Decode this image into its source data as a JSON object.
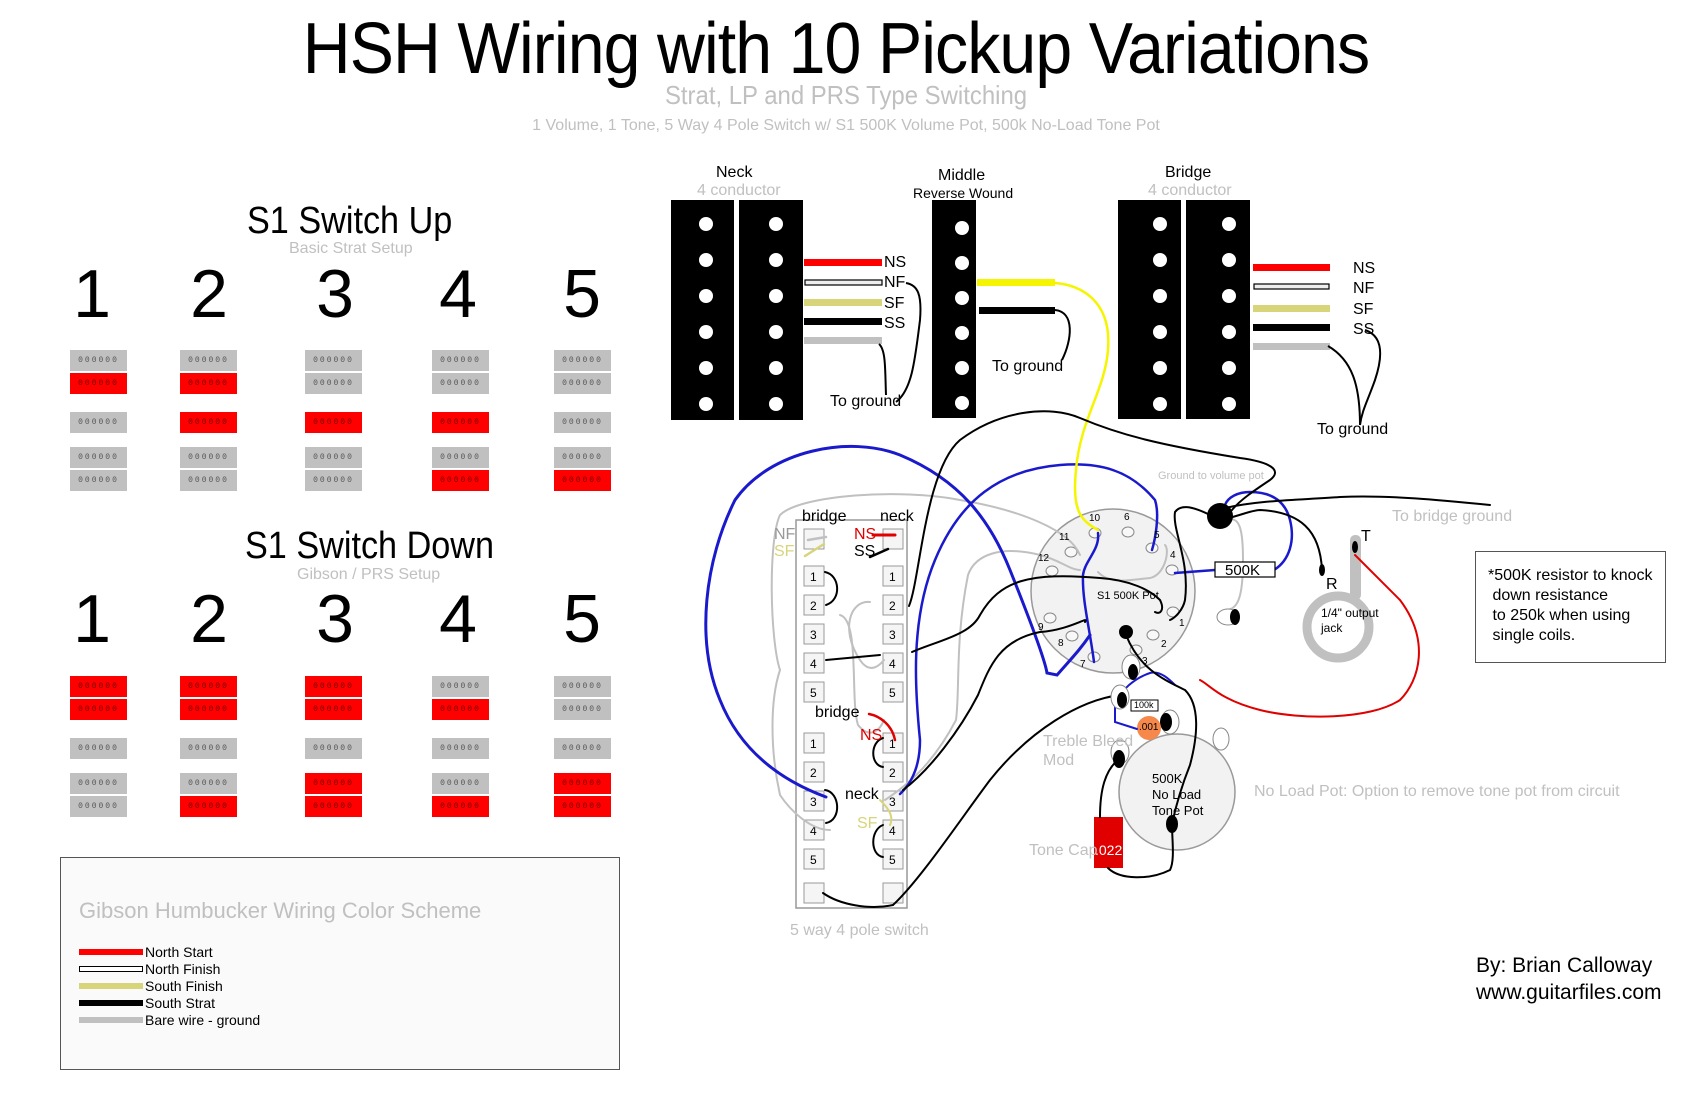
{
  "header": {
    "title": "HSH Wiring with 10 Pickup Variations",
    "subtitle": "Strat, LP and PRS Type Switching",
    "description": "1 Volume, 1 Tone, 5 Way 4 Pole Switch w/ S1 500K Volume Pot, 500k No-Load Tone Pot"
  },
  "switch_up": {
    "title": "S1 Switch Up",
    "subtitle": "Basic Strat Setup",
    "positions": [
      {
        "num": "1",
        "active": {
          "neck_top": false,
          "neck_bottom": true,
          "middle": false,
          "bridge_top": false,
          "bridge_bottom": false
        }
      },
      {
        "num": "2",
        "active": {
          "neck_top": false,
          "neck_bottom": true,
          "middle": true,
          "bridge_top": false,
          "bridge_bottom": false
        }
      },
      {
        "num": "3",
        "active": {
          "neck_top": false,
          "neck_bottom": false,
          "middle": true,
          "bridge_top": false,
          "bridge_bottom": false
        }
      },
      {
        "num": "4",
        "active": {
          "neck_top": false,
          "neck_bottom": false,
          "middle": true,
          "bridge_top": false,
          "bridge_bottom": true
        }
      },
      {
        "num": "5",
        "active": {
          "neck_top": false,
          "neck_bottom": false,
          "middle": false,
          "bridge_top": false,
          "bridge_bottom": true
        }
      }
    ]
  },
  "switch_down": {
    "title": "S1 Switch Down",
    "subtitle": "Gibson / PRS Setup",
    "positions": [
      {
        "num": "1",
        "active": {
          "neck_top": true,
          "neck_bottom": true,
          "middle": false,
          "bridge_top": false,
          "bridge_bottom": false
        }
      },
      {
        "num": "2",
        "active": {
          "neck_top": true,
          "neck_bottom": true,
          "middle": false,
          "bridge_top": false,
          "bridge_bottom": true
        }
      },
      {
        "num": "3",
        "active": {
          "neck_top": true,
          "neck_bottom": true,
          "middle": false,
          "bridge_top": true,
          "bridge_bottom": true
        }
      },
      {
        "num": "4",
        "active": {
          "neck_top": false,
          "neck_bottom": true,
          "middle": false,
          "bridge_top": false,
          "bridge_bottom": true
        }
      },
      {
        "num": "5",
        "active": {
          "neck_top": false,
          "neck_bottom": false,
          "middle": false,
          "bridge_top": true,
          "bridge_bottom": true
        }
      }
    ]
  },
  "pole_glyph": "000000",
  "legend": {
    "title": "Gibson Humbucker Wiring Color Scheme",
    "items": [
      {
        "label": "North Start",
        "color": "#ff0000"
      },
      {
        "label": "North Finish",
        "color": "#ffffff"
      },
      {
        "label": "South Finish",
        "color": "#d8d47a"
      },
      {
        "label": "South Strat",
        "color": "#000000"
      },
      {
        "label": "Bare wire - ground",
        "color": "#c0c0c0"
      }
    ]
  },
  "pickups": {
    "neck": {
      "label": "Neck",
      "sub": "4 conductor"
    },
    "middle": {
      "label": "Middle",
      "sub": "Reverse Wound"
    },
    "bridge": {
      "label": "Bridge",
      "sub": "4 conductor"
    },
    "wire_labels": [
      "NS",
      "NF",
      "SF",
      "SS"
    ],
    "to_ground": "To ground"
  },
  "switch": {
    "label": "5 way 4 pole switch",
    "bridge": "bridge",
    "neck": "neck",
    "nf": "NF",
    "sf": "SF",
    "ns": "NS",
    "ss": "SS",
    "lugs": [
      "1",
      "2",
      "3",
      "4",
      "5"
    ]
  },
  "volume_pot": {
    "label": "S1 500K Pot",
    "lugs": [
      "1",
      "2",
      "3",
      "4",
      "5",
      "6",
      "7",
      "8",
      "9",
      "10",
      "11",
      "12"
    ],
    "resistor": "500K",
    "ground_label": "Ground to volume pot"
  },
  "tone_pot": {
    "label_lines": [
      "500K",
      "No Load",
      "Tone Pot"
    ],
    "note": "No Load Pot: Option to remove tone pot from circuit",
    "tone_cap_label": "Tone Cap",
    "tone_cap_value": ".022",
    "treble_bleed": "Treble Bleed\nMod",
    "treble_resistor": "100k",
    "treble_cap": ".001"
  },
  "jack": {
    "label": "1/4\" output\njack",
    "tip": "T",
    "ring": "R",
    "bridge_ground": "To bridge ground"
  },
  "note": "*500K resistor to knock\n down resistance\n to 250k when using\n single coils.",
  "credit": "By: Brian Calloway\nwww.guitarfiles.com",
  "colors": {
    "active": "#ff0000",
    "inactive": "#c0c0c0",
    "wire_blue": "#1a1acc",
    "wire_yellow": "#f5f500",
    "treble_cap": "#f5884a",
    "grey_text": "#c0c0c0"
  }
}
